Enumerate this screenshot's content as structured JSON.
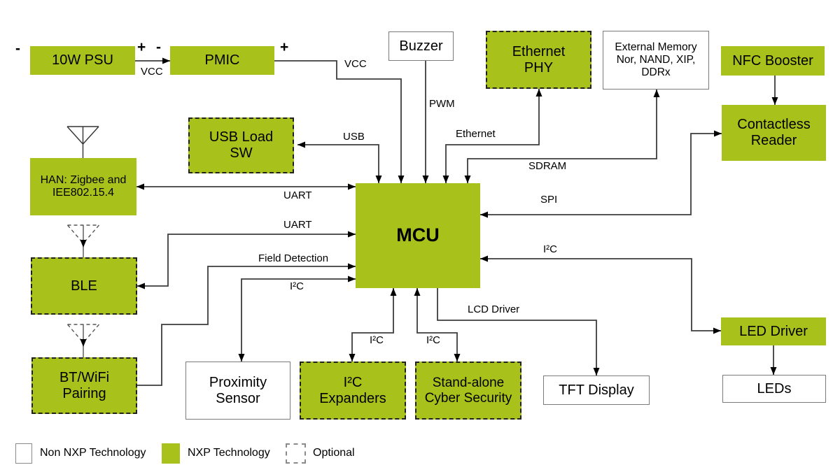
{
  "colors": {
    "green": "#a8c21b",
    "line": "#3d3d3d"
  },
  "blocks": [
    {
      "id": "psu",
      "label": "10W PSU",
      "type": "green"
    },
    {
      "id": "pmic",
      "label": "PMIC",
      "type": "green"
    },
    {
      "id": "buzzer",
      "label": "Buzzer",
      "type": "white"
    },
    {
      "id": "ethernet-phy",
      "label": "Ethernet\nPHY",
      "type": "green-dashed"
    },
    {
      "id": "external-memory",
      "label": "External Memory\nNor, NAND, XIP,\nDDRx",
      "type": "white"
    },
    {
      "id": "nfc-booster",
      "label": "NFC Booster",
      "type": "green"
    },
    {
      "id": "usb-load-sw",
      "label": "USB Load\nSW",
      "type": "green-dashed"
    },
    {
      "id": "han",
      "label": "HAN: Zigbee and\nIEE802.15.4",
      "type": "green"
    },
    {
      "id": "contactless-reader",
      "label": "Contactless\nReader",
      "type": "green"
    },
    {
      "id": "mcu",
      "label": "MCU",
      "type": "green bold"
    },
    {
      "id": "ble",
      "label": "BLE",
      "type": "green-dashed"
    },
    {
      "id": "bt-wifi-pairing",
      "label": "BT/WiFi\nPairing",
      "type": "green-dashed"
    },
    {
      "id": "proximity-sensor",
      "label": "Proximity\nSensor",
      "type": "white"
    },
    {
      "id": "i2c-expanders",
      "label": "I²C\nExpanders",
      "type": "green-dashed"
    },
    {
      "id": "cyber-security",
      "label": "Stand-alone\nCyber Security",
      "type": "green-dashed"
    },
    {
      "id": "tft-display",
      "label": "TFT Display",
      "type": "white"
    },
    {
      "id": "led-driver",
      "label": "LED Driver",
      "type": "green"
    },
    {
      "id": "leds",
      "label": "LEDs",
      "type": "white"
    }
  ],
  "wire_labels": [
    {
      "id": "vcc-psu",
      "text": "VCC"
    },
    {
      "id": "vcc-mcu",
      "text": "VCC"
    },
    {
      "id": "usb",
      "text": "USB"
    },
    {
      "id": "pwm",
      "text": "PWM"
    },
    {
      "id": "ethernet",
      "text": "Ethernet"
    },
    {
      "id": "sdram",
      "text": "SDRAM"
    },
    {
      "id": "spi",
      "text": "SPI"
    },
    {
      "id": "i2c-right",
      "text": "I²C"
    },
    {
      "id": "uart-han",
      "text": "UART"
    },
    {
      "id": "uart-ble",
      "text": "UART"
    },
    {
      "id": "field-detection",
      "text": "Field Detection"
    },
    {
      "id": "i2c-left",
      "text": "I²C"
    },
    {
      "id": "i2c-expanders",
      "text": "I²C"
    },
    {
      "id": "i2c-cyber",
      "text": "I²C"
    },
    {
      "id": "lcd-driver",
      "text": "LCD Driver"
    }
  ],
  "polarity_signs": [
    {
      "id": "psu-minus",
      "text": "-"
    },
    {
      "id": "psu-plus",
      "text": "+"
    },
    {
      "id": "pmic-minus",
      "text": "-"
    },
    {
      "id": "pmic-plus",
      "text": "+"
    }
  ],
  "legend": [
    {
      "id": "non-nxp",
      "swatch": "white",
      "label": "Non NXP Technology"
    },
    {
      "id": "nxp",
      "swatch": "green",
      "label": "NXP Technology"
    },
    {
      "id": "optional",
      "swatch": "dashed",
      "label": "Optional"
    }
  ]
}
